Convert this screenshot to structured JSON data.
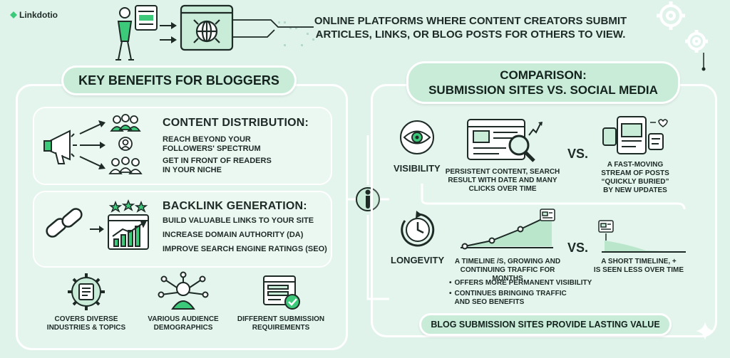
{
  "brand": {
    "name": "Linkdotio"
  },
  "header": {
    "line1": "ONLINE PLATFORMS WHERE CONTENT CREATORS SUBMIT",
    "line2": "ARTICLES, LINKS, OR BLOG POSTS FOR OTHERS TO VIEW."
  },
  "left": {
    "title": "KEY BENEFITS FOR BLOGGERS",
    "distribution": {
      "title": "CONTENT DISTRIBUTION:",
      "b1_l1": "REACH BEYOND YOUR",
      "b1_l2": "FOLLOWERS' SPECTRUM",
      "b2_l1": "GET IN FRONT OF READERS",
      "b2_l2": "IN YOUR NICHE"
    },
    "backlink": {
      "title": "BACKLINK GENERATION:",
      "b1": "BUILD VALUABLE LINKS TO YOUR SITE",
      "b2": "INCREASE DOMAIN AUTHORITY (DA)",
      "b3": "IMPROVE SEARCH ENGINE RATINGS (SEO)"
    },
    "features": [
      {
        "l1": "COVERS DIVERSE",
        "l2": "INDUSTRIES & TOPICS",
        "icon": "gear-document-icon"
      },
      {
        "l1": "VARIOUS AUDIENCE",
        "l2": "DEMOGRAPHICS",
        "icon": "audience-network-icon"
      },
      {
        "l1": "DIFFERENT SUBMISSION",
        "l2": "REQUIREMENTS",
        "icon": "form-check-icon"
      }
    ]
  },
  "right": {
    "title_l1": "COMPARISON:",
    "title_l2": "SUBMISSION SITES VS. SOCIAL MEDIA",
    "visibility": {
      "label": "VISIBILITY",
      "sub_l1": "PERSISTENT CONTENT, SEARCH",
      "sub_l2": "RESULT WITH DATE AND MANY",
      "sub_l3": "CLICKS OVER TIME",
      "vs": "VS.",
      "social_l1": "A FAST-MOVING",
      "social_l2": "STREAM OF POSTS",
      "social_l3": "“QUICKLY BURIED”",
      "social_l4": "BY NEW UPDATES"
    },
    "longevity": {
      "label": "LONGEVITY",
      "sub_l1": "A TIMELINE /S, GROWING AND",
      "sub_l2": "CONTINUING TRAFFIC FOR MONTHS",
      "vs": "VS.",
      "social_l1": "A SHORT TIMELINE, +",
      "social_l2": "IS SEEN LESS OVER TIME",
      "bullet1": "OFFERS MORE PERMANENT VISIBILITY",
      "bullet2_l1": "CONTINUES BRINGING TRAFFIC",
      "bullet2_l2": "AND SEO BENEFITS"
    },
    "footer": "BLOG SUBMISSION SITES PROVIDE LASTING VALUE"
  },
  "colors": {
    "background": "#dff3ea",
    "pill": "#c9ecd9",
    "accent": "#3cc97a",
    "ink": "#1d2a26"
  }
}
